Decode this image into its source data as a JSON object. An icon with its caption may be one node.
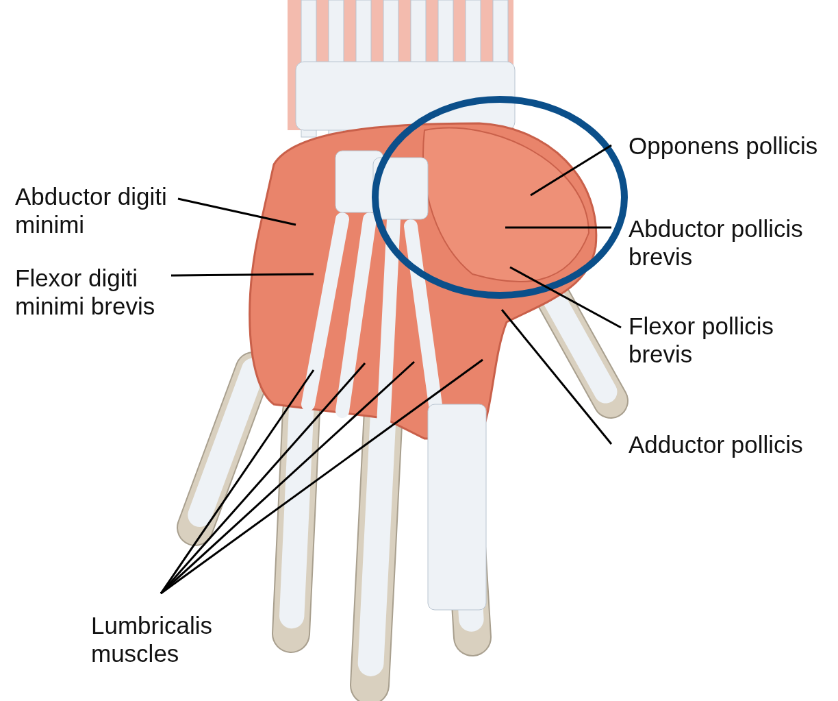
{
  "diagram": {
    "nodes": [
      {
        "text": [
          "Opponens pollicis"
        ]
      },
      {
        "text": [
          "Abductor digiti minimi"
        ]
      },
      {
        "text": [
          "Abductor pollicis brevis"
        ]
      },
      {
        "text": [
          "Flexor digiti minimi brevis"
        ]
      },
      {
        "text": [
          "Flexor pollicis brevis"
        ]
      },
      {
        "text": [
          "Adductor pollicis"
        ]
      },
      {
        "text": [
          "Lumbricalis muscles"
        ]
      }
    ],
    "edges": [
      {
        "from": 0,
        "to": null,
        "arrow": "none"
      },
      {
        "from": 1,
        "to": null,
        "arrow": "none"
      },
      {
        "from": 2,
        "to": null,
        "arrow": "none"
      },
      {
        "from": 3,
        "to": null,
        "arrow": "none"
      },
      {
        "from": 4,
        "to": null,
        "arrow": "none"
      },
      {
        "from": 5,
        "to": null,
        "arrow": "none"
      },
      {
        "from": 6,
        "to": null,
        "arrow": "none"
      },
      {
        "from": 6,
        "to": null,
        "arrow": "none"
      },
      {
        "from": 6,
        "to": null,
        "arrow": "none"
      },
      {
        "from": 6,
        "to": null,
        "arrow": "none"
      }
    ]
  }
}
